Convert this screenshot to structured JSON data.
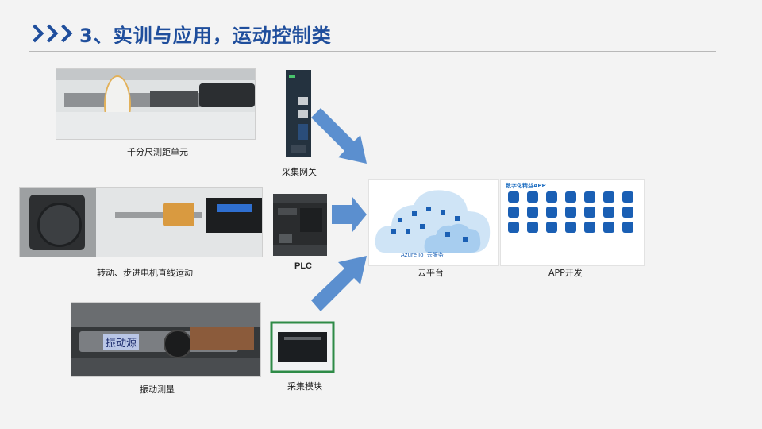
{
  "slide": {
    "title": "3、实训与应用，运动控制类"
  },
  "units": [
    {
      "caption": "千分尺测距单元"
    },
    {
      "caption": "转动、步进电机直线运动"
    },
    {
      "caption": "振动测量"
    }
  ],
  "devices": {
    "gateway": "采集网关",
    "plc": "PLC",
    "daq": "采集模块"
  },
  "cloud": {
    "banner": "Azure IoT云服务",
    "caption": "云平台"
  },
  "app": {
    "screen_title": "数字化精益APP",
    "caption": "APP开发"
  },
  "photo_label": "振动源",
  "colors": {
    "accent": "#1f4e9c",
    "arrow": "#5b8fcf",
    "icon": "#1a5fb4"
  }
}
